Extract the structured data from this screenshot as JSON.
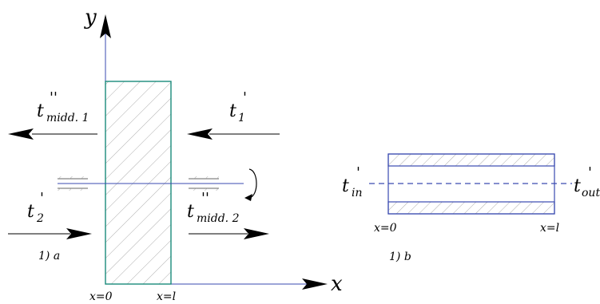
{
  "axes": {
    "y_label": "y",
    "x_label": "x"
  },
  "figure_a": {
    "caption": "1) a",
    "x0_label": "x=0",
    "xl_label": "x=l",
    "t_middle1": {
      "base": "t",
      "sub": "midd. 1",
      "mark": "''"
    },
    "t_one": {
      "base": "t",
      "sub": "1",
      "mark": "'"
    },
    "t_two": {
      "base": "t",
      "sub": "2",
      "mark": "'"
    },
    "t_middle2": {
      "base": "t",
      "sub": "midd. 2",
      "mark": "''"
    }
  },
  "figure_b": {
    "caption": "1) b",
    "x0_label": "x=0",
    "xl_label": "x=l",
    "t_in": {
      "base": "t",
      "sub": "in",
      "mark": "'"
    },
    "t_out": {
      "base": "t",
      "sub": "out",
      "mark": "'"
    }
  },
  "colors": {
    "plate_outline": "#1a8a7a",
    "channel_outline": "#3a4ab0",
    "dashed_line": "#3a4ab0",
    "arrow": "#000000"
  }
}
